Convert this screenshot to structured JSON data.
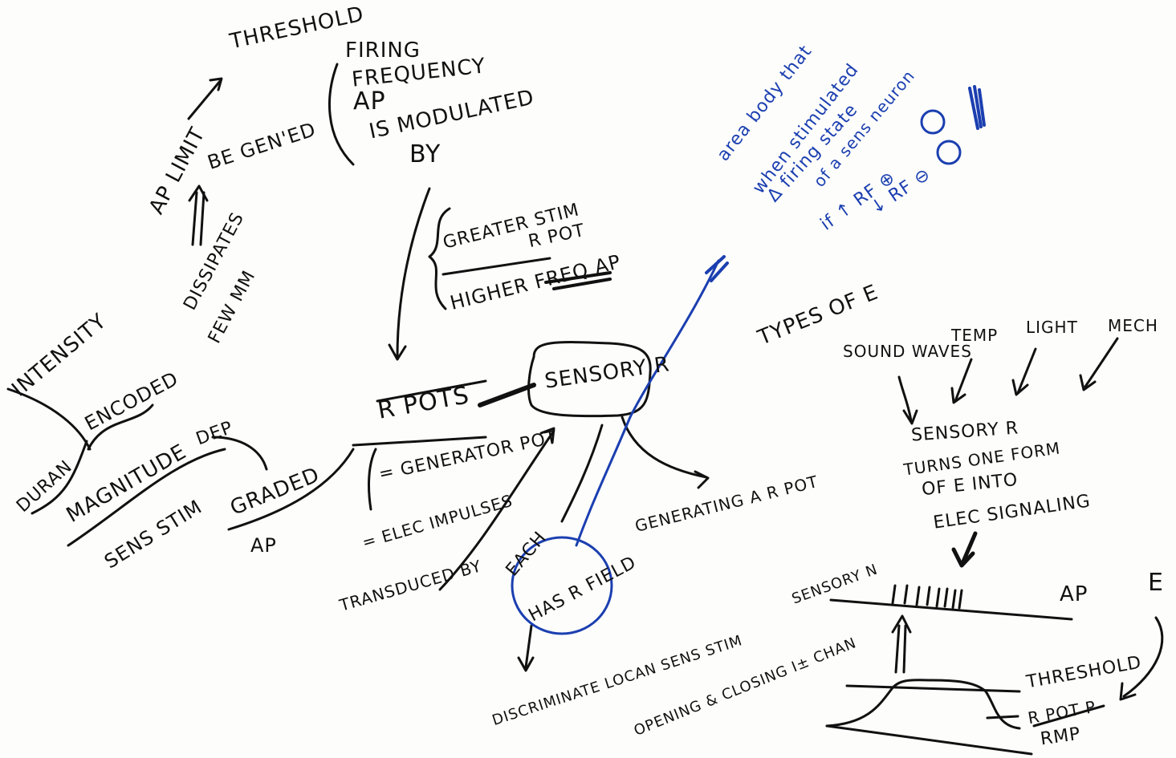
{
  "colors": {
    "ink": "#111111",
    "blue_ink": "#1b3fb0",
    "board": "#fdfdfc"
  },
  "notes": {
    "threshold_top": "Threshold",
    "firing_frequency": "Firing",
    "frequency": "Frequency",
    "ap": "AP",
    "is_modulated": "is modulated",
    "by": "by",
    "ap_limit": "AP limit",
    "be_generated": "be gen'ed",
    "dissipates": "dissipates",
    "few_mm": "few mm",
    "intensity": "Intensity",
    "encoded": "encoded",
    "duration": "Duran",
    "magnitude": "Magnitude",
    "dep": "dep",
    "sens_stim": "Sens Stim",
    "graded": "Graded",
    "ap_small": "AP",
    "greater_stim": "Greater Stim",
    "r_pot": "R Pot",
    "higher_freq_ap": "Higher Freq AP",
    "r_pots": "R Pots",
    "generator_pot": "= Generator Pot",
    "elec_impulses": "= Elec impulses",
    "transduced_by": "Transduced by",
    "sensory_r": "Sensory R",
    "each": "Each",
    "has_r_field": "has R Field",
    "generating_r_pot": "Generating a R Pot",
    "discriminate_location": "Discriminate Locan Sens Stim",
    "opening_closing": "Opening & Closing I± Chan",
    "blue_note_1": "area body that",
    "blue_note_2": "when stimulated",
    "blue_note_3": "Δ firing state",
    "blue_note_4": "of a sens neuron",
    "blue_note_5": "if ↑ RF ⊕",
    "blue_note_6": "↓ RF ⊖",
    "types_of_e": "Types of E",
    "sound_waves": "Sound waves",
    "temp": "Temp",
    "light": "Light",
    "mech": "Mech",
    "sensory_r_2": "Sensory R",
    "turns_one_form": "turns one form",
    "of_e_into": "of E into",
    "elec_signaling": "Elec signaling",
    "sensory_n": "Sensory N",
    "ap_right": "AP",
    "e": "E",
    "threshold": "Threshold",
    "r_pot_p": "R Pot P",
    "rmp": "RMP"
  }
}
